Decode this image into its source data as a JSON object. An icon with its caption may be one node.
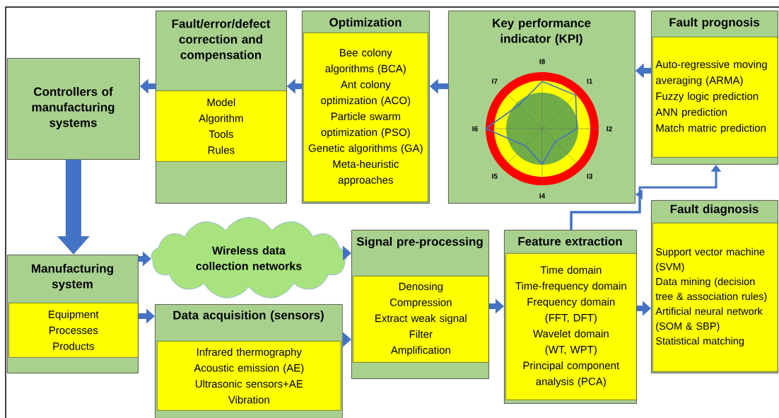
{
  "diagram": {
    "nodes": [
      {
        "text": [
          "Controllers of manufacturing systems"
        ]
      },
      {
        "text": [
          "Fault/error/defect correction and compensation"
        ]
      },
      {
        "text": [
          "Model",
          "Algorithm",
          "Tools",
          "Rules"
        ],
        "in": 1
      },
      {
        "text": [
          "Optimization"
        ]
      },
      {
        "text": [
          "Bee colony algorithms (BCA)",
          "Ant colony optimization (ACO)",
          "Particle swarm optimization (PSO)",
          "Genetic algorithms (GA)",
          "Meta-heuristic approaches"
        ],
        "in": 3
      },
      {
        "text": [
          "Key performance indicator (KPI)"
        ]
      },
      {
        "text": [
          "Fault prognosis"
        ]
      },
      {
        "text": [
          "Auto-regressive moving averaging (ARMA)",
          "Fuzzy logic prediction",
          "ANN prediction",
          "Match matric prediction"
        ],
        "in": 6
      },
      {
        "text": [
          "Manufacturing system"
        ]
      },
      {
        "text": [
          "Equipment",
          "Processes",
          "Products"
        ],
        "in": 8
      },
      {
        "text": [
          "Wireless data collection networks"
        ]
      },
      {
        "text": [
          "Data acquisition (sensors)"
        ]
      },
      {
        "text": [
          "Infrared thermography",
          "Acoustic emission (AE)",
          "Ultrasonic sensors+AE",
          "Vibration"
        ],
        "in": 11
      },
      {
        "text": [
          "Signal pre-processing"
        ]
      },
      {
        "text": [
          "Denosing",
          "Compression",
          "Extract weak signal",
          "Filter",
          "Amplification"
        ],
        "in": 13
      },
      {
        "text": [
          "Feature extraction"
        ]
      },
      {
        "text": [
          "Time domain",
          "Time-frequency domain",
          "Frequency domain (FFT, DFT)",
          "Wavelet domain (WT, WPT)",
          "Principal component analysis (PCA)"
        ],
        "in": 15
      },
      {
        "text": [
          "Fault diagnosis"
        ]
      },
      {
        "text": [
          "Support vector machine (SVM)",
          "Data mining (decision tree & association rules)",
          "Artificial neural network (SOM & SBP)",
          "Statistical matching"
        ],
        "in": 17
      }
    ],
    "edges": [
      {
        "from": 1,
        "to": 0,
        "arrow": "to"
      },
      {
        "from": 3,
        "to": 1,
        "arrow": "to"
      },
      {
        "from": 5,
        "to": 3,
        "arrow": "to"
      },
      {
        "from": 6,
        "to": 5,
        "arrow": "to"
      },
      {
        "from": 0,
        "to": 8,
        "arrow": "to",
        "style": "thick"
      },
      {
        "from": 8,
        "to": 10,
        "arrow": "to"
      },
      {
        "from": 8,
        "to": 11,
        "arrow": "to"
      },
      {
        "from": 10,
        "to": 13,
        "arrow": "to"
      },
      {
        "from": 11,
        "to": 13,
        "arrow": "to"
      },
      {
        "from": 13,
        "to": 15,
        "arrow": "to"
      },
      {
        "from": 15,
        "to": 17,
        "arrow": "to"
      },
      {
        "from": 15,
        "to": 5,
        "arrow": "to"
      },
      {
        "from": 15,
        "to": 6,
        "arrow": "to"
      }
    ],
    "labels": [
      "I8",
      "I7",
      "I1",
      "I6",
      "I2",
      "I5",
      "I3",
      "I4"
    ]
  }
}
